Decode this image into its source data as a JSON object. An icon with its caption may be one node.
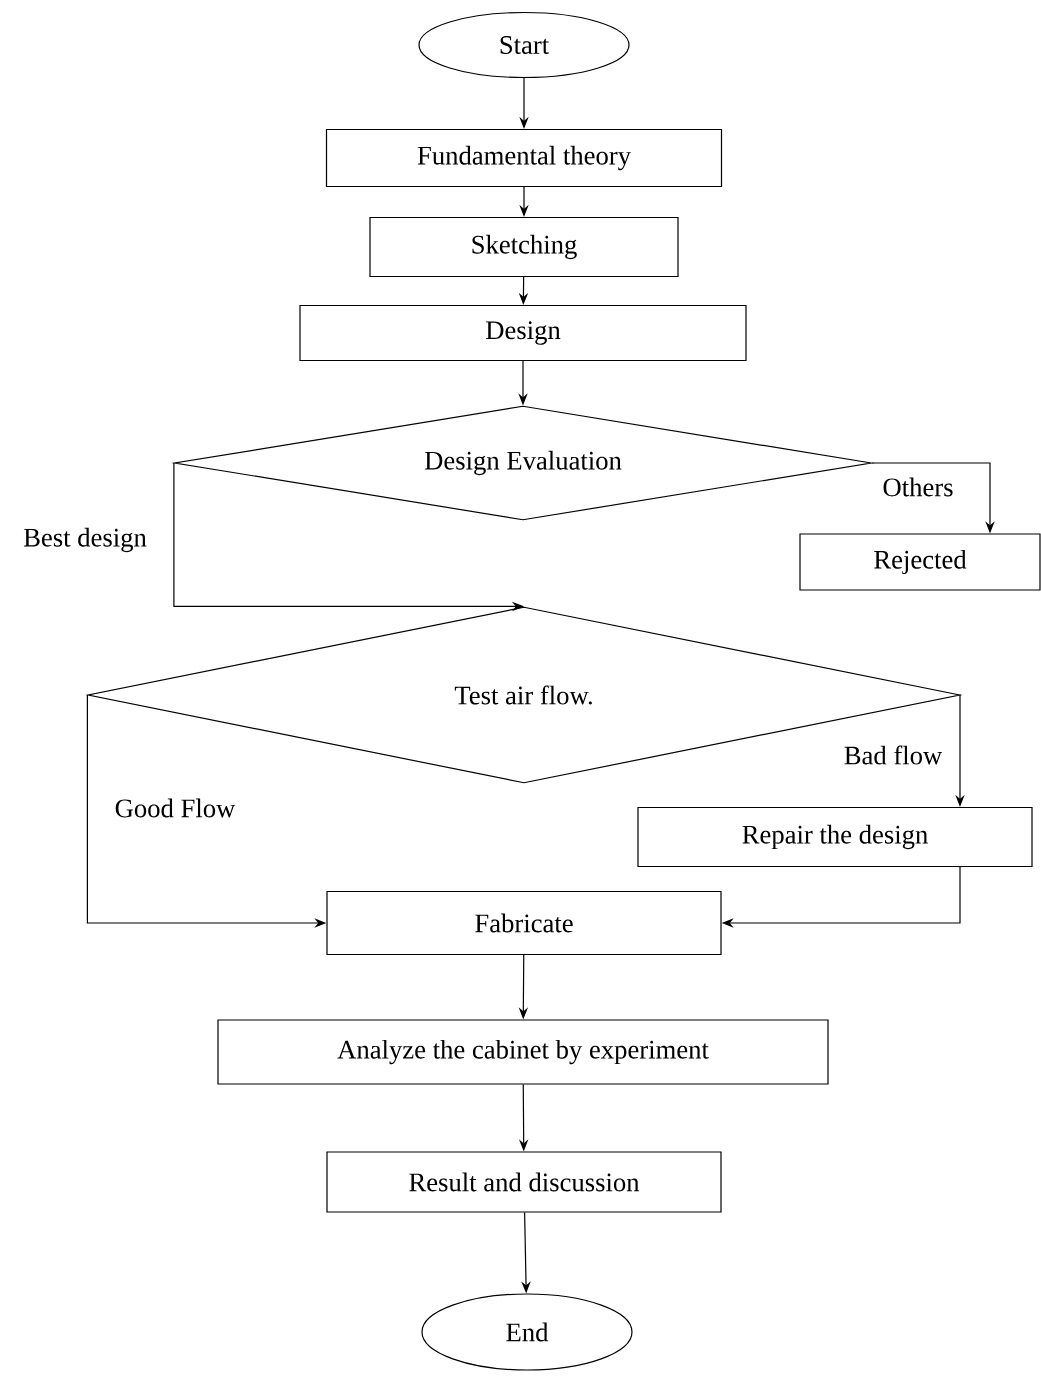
{
  "diagram": {
    "nodes": [
      {
        "text": [
          "Start"
        ]
      },
      {
        "text": [
          "Fundamental theory"
        ]
      },
      {
        "text": [
          "Sketching"
        ]
      },
      {
        "text": [
          "Design"
        ]
      },
      {
        "text": [
          "Design Evaluation"
        ]
      },
      {
        "text": [
          "Rejected"
        ]
      },
      {
        "text": [
          "Test air flow."
        ]
      },
      {
        "text": [
          "Repair the design"
        ]
      },
      {
        "text": [
          "Fabricate"
        ]
      },
      {
        "text": [
          "Analyze the cabinet by experiment"
        ]
      },
      {
        "text": [
          "Result and discussion"
        ]
      },
      {
        "text": [
          "End"
        ]
      }
    ],
    "edges": [
      {
        "from": 0,
        "to": 1,
        "arrow": "to"
      },
      {
        "from": 1,
        "to": 2,
        "arrow": "to"
      },
      {
        "from": 2,
        "to": 3,
        "arrow": "to"
      },
      {
        "from": 3,
        "to": 4,
        "arrow": "to"
      },
      {
        "from": 4,
        "to": 5,
        "arrow": "to",
        "label": "Others"
      },
      {
        "from": 4,
        "to": 6,
        "arrow": "to",
        "label": "Best design"
      },
      {
        "from": 6,
        "to": 7,
        "arrow": "to",
        "label": "Bad flow"
      },
      {
        "from": 6,
        "to": 8,
        "arrow": "to",
        "label": "Good Flow"
      },
      {
        "from": 7,
        "to": 8,
        "arrow": "to"
      },
      {
        "from": 8,
        "to": 9,
        "arrow": "to"
      },
      {
        "from": 9,
        "to": 10,
        "arrow": "to"
      },
      {
        "from": 10,
        "to": 11,
        "arrow": "to"
      }
    ]
  }
}
